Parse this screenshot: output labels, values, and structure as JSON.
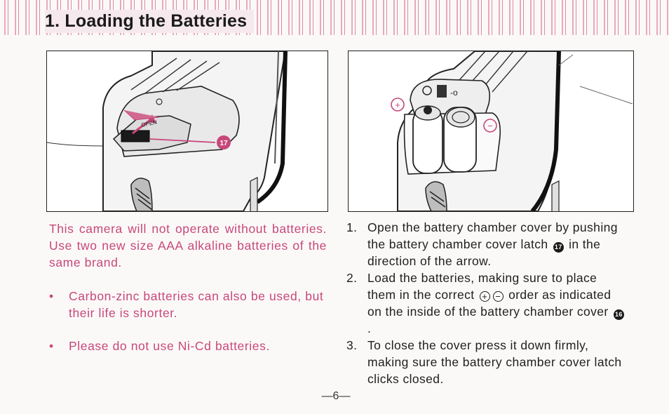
{
  "header": {
    "title": "1. Loading the Batteries"
  },
  "figures": {
    "left": {
      "label_text": "OPEN",
      "callout": "17"
    },
    "right": {
      "plus_mark": "+",
      "minus_mark": "−"
    }
  },
  "intro": {
    "text": "This camera will not operate without batteries. Use two new size AAA alkaline batteries of the same brand."
  },
  "bullets": [
    {
      "marker": "•",
      "text": "Carbon-zinc batteries can also be used, but their life is shorter."
    },
    {
      "marker": "•",
      "text": "Please do not use Ni-Cd batteries."
    }
  ],
  "steps": [
    {
      "number": "1.",
      "text_a": "Open the battery chamber cover by pushing the battery chamber cover latch",
      "ref": "17",
      "text_b": "in the direction of the arrow."
    },
    {
      "number": "2.",
      "text_a": "Load the batteries, making sure to place them in the correct",
      "plus": "+",
      "minus": "−",
      "text_b": "order as indicated on the inside of the battery chamber cover",
      "ref": "16",
      "text_c": "."
    },
    {
      "number": "3.",
      "text_a": "To close the cover press it down firmly, making sure the battery chamber cover latch clicks closed."
    }
  ],
  "footer": {
    "page_number": "—6—"
  },
  "colors": {
    "accent_pink": "#c8477a",
    "text_dark": "#1f1f1f"
  }
}
